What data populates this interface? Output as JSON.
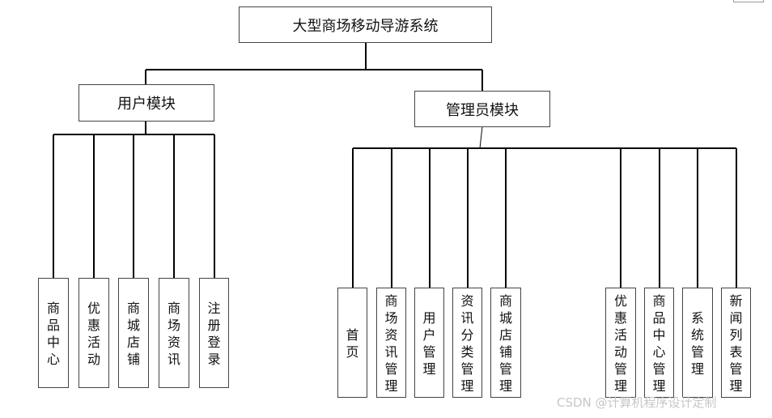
{
  "diagram": {
    "root": {
      "label": "大型商场移动导游系统"
    },
    "user_module": {
      "label": "用户模块",
      "children": [
        "商品中心",
        "优惠活动",
        "商城店铺",
        "商场资讯",
        "注册登录"
      ]
    },
    "admin_module": {
      "label": "管理员模块",
      "children": [
        "首页",
        "商场资讯管理",
        "用户管理",
        "资讯分类管理",
        "商城店铺管理",
        "优惠活动管理",
        "商品中心管理",
        "系统管理",
        "新闻列表管理"
      ]
    }
  },
  "watermark": "CSDN @计算机程序设计定制"
}
